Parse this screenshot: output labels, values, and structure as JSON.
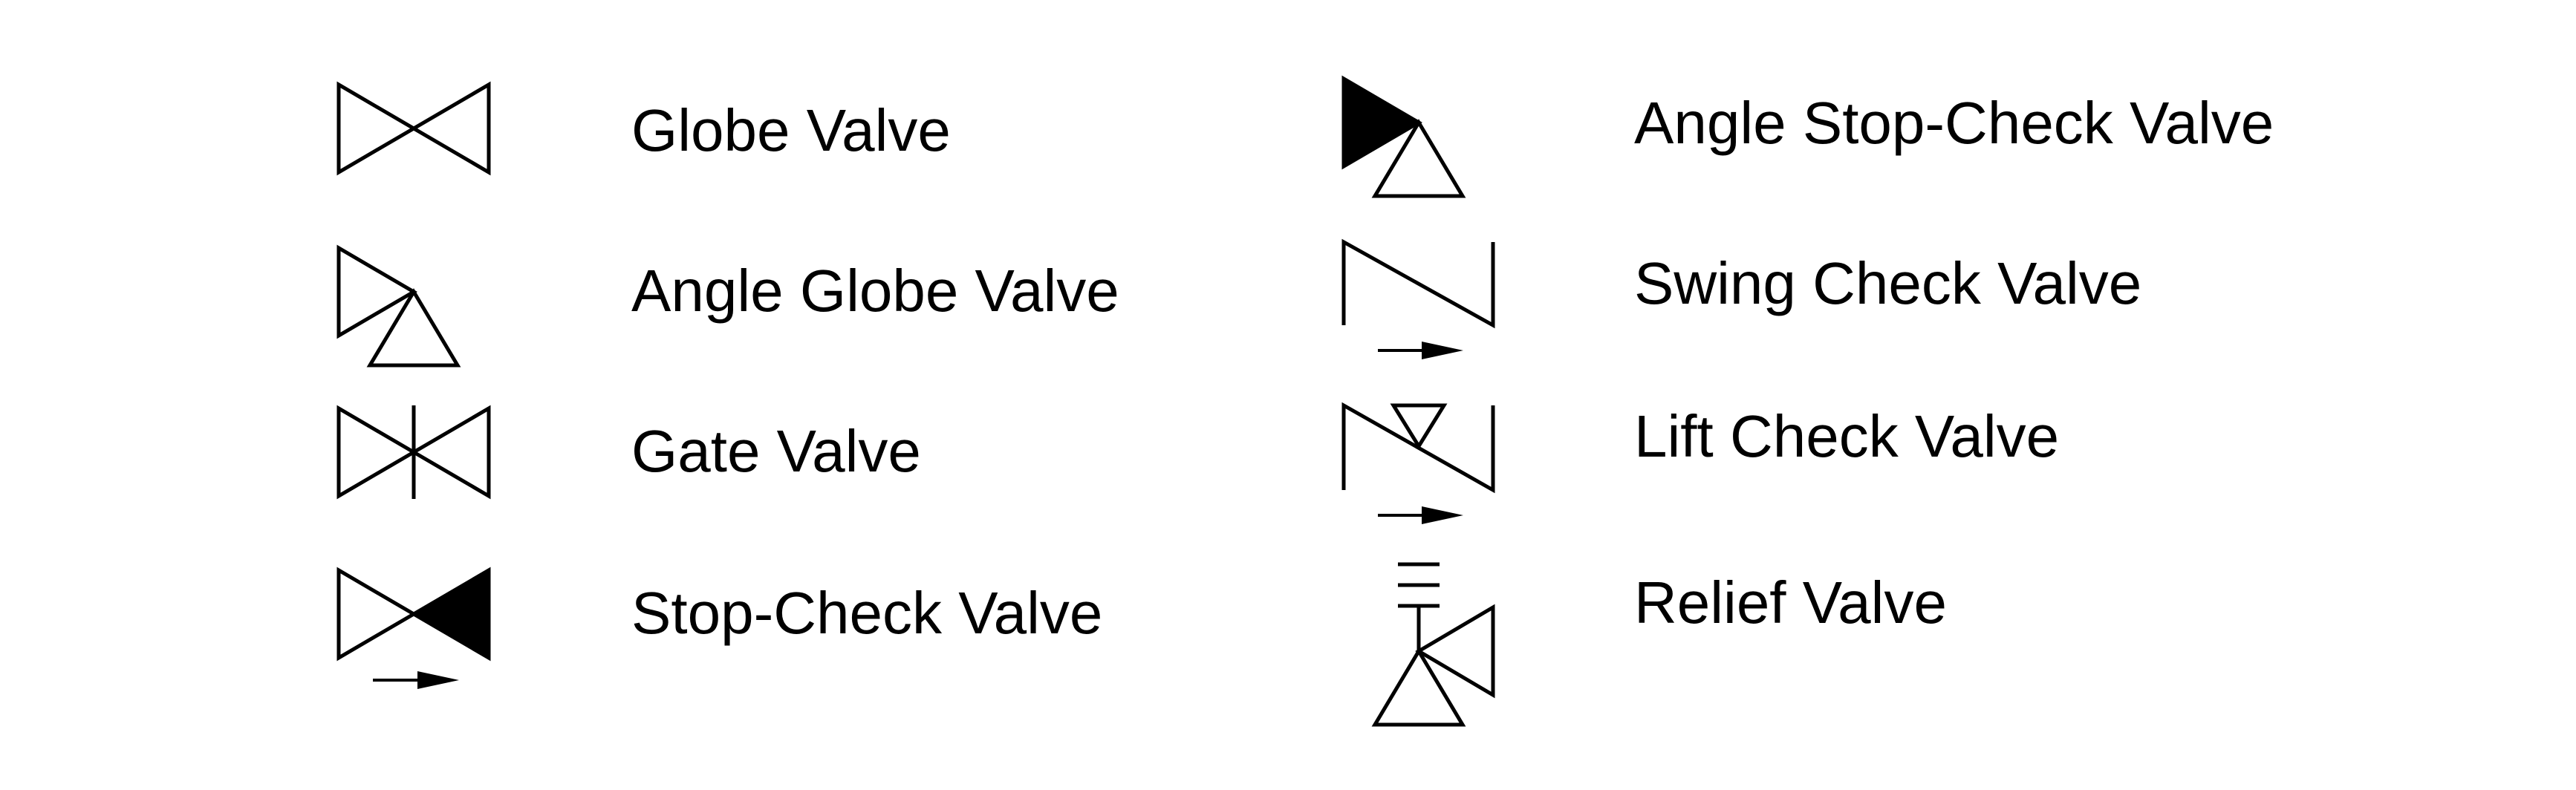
{
  "legend": {
    "left_column": [
      {
        "label": "Globe Valve",
        "icon": "globe-valve-icon"
      },
      {
        "label": "Angle Globe Valve",
        "icon": "angle-globe-valve-icon"
      },
      {
        "label": "Gate Valve",
        "icon": "gate-valve-icon"
      },
      {
        "label": "Stop-Check Valve",
        "icon": "stop-check-valve-icon"
      }
    ],
    "right_column": [
      {
        "label": "Angle Stop-Check Valve",
        "icon": "angle-stop-check-valve-icon"
      },
      {
        "label": "Swing Check Valve",
        "icon": "swing-check-valve-icon"
      },
      {
        "label": "Lift Check Valve",
        "icon": "lift-check-valve-icon"
      },
      {
        "label": "Relief Valve",
        "icon": "relief-valve-icon"
      }
    ]
  },
  "colors": {
    "line": "#000000",
    "background": "#ffffff"
  }
}
